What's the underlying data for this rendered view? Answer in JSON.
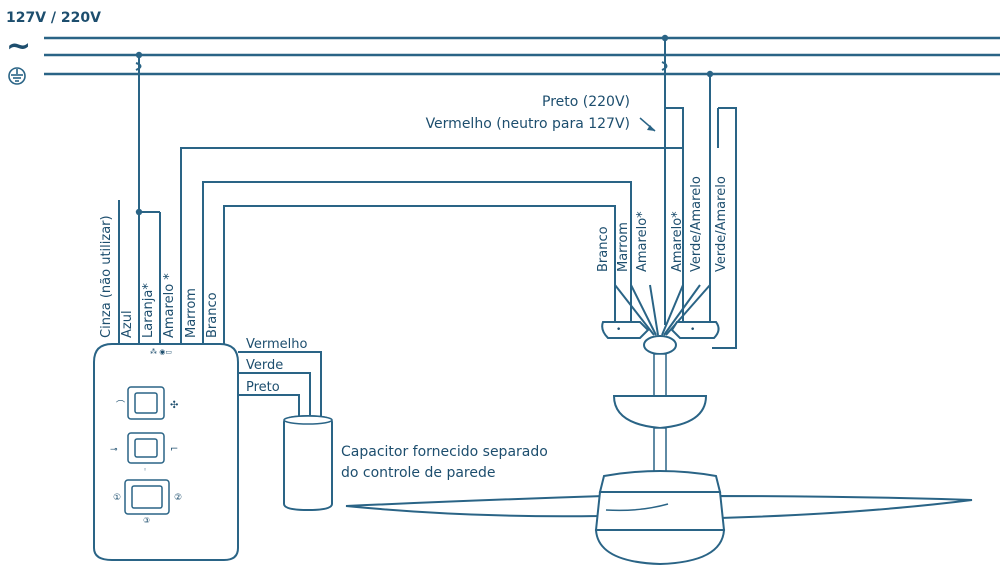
{
  "supply": {
    "voltage": "127V / 220V",
    "ac_symbol": "~"
  },
  "control_wires": {
    "cinza": "Cinza (não utilizar)",
    "azul": "Azul",
    "laranja": "Laranja*",
    "amarelo": "Amarelo *",
    "marrom": "Marrom",
    "branco": "Branco"
  },
  "capacitor_wires": {
    "vermelho": "Vermelho",
    "verde": "Verde",
    "preto": "Preto"
  },
  "capacitor_note": {
    "line1": "Capacitor fornecido separado",
    "line2": "do controle de parede"
  },
  "fan_supply_labels": {
    "preto": "Preto (220V)",
    "vermelho": "Vermelho (neutro para 127V)"
  },
  "fan_wires": {
    "branco": "Branco",
    "marrom": "Marrom",
    "amarelo": "Amarelo*",
    "amarelo2": "Amarelo*",
    "verde_amarelo1": "Verde/Amarelo",
    "verde_amarelo2": "Verde/Amarelo"
  },
  "colors": {
    "line": "#2a6486",
    "text": "#1d4e6e"
  }
}
